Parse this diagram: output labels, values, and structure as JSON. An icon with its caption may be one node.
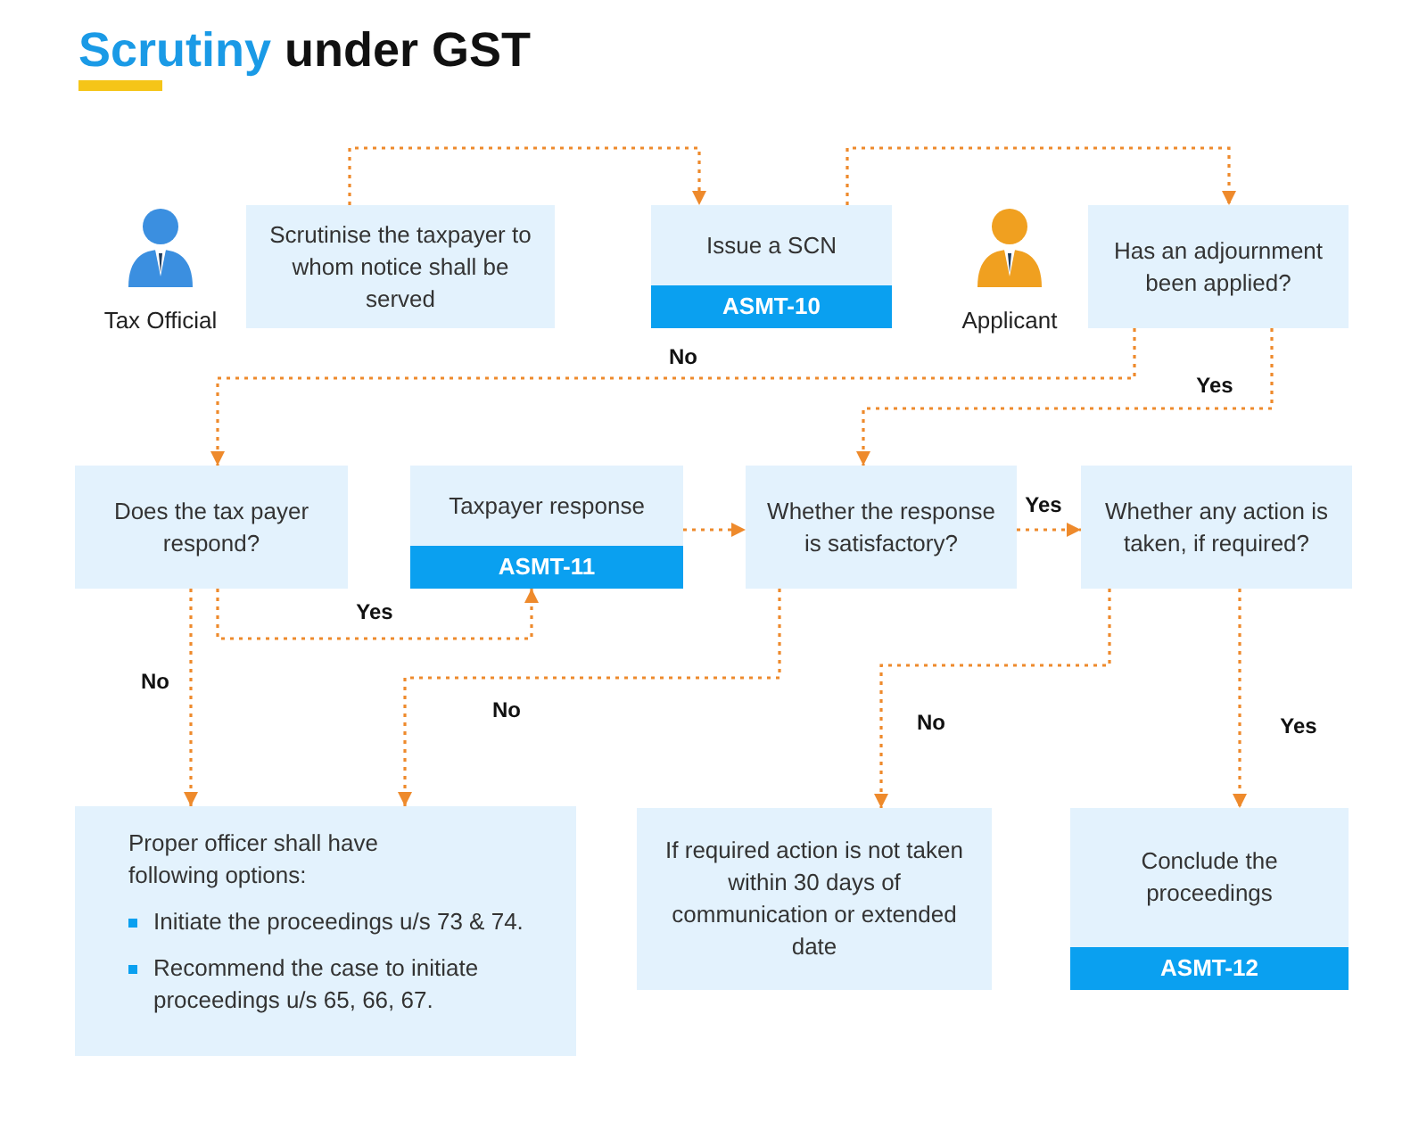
{
  "diagram": {
    "title": "Scrutiny under GST",
    "nodes": [
      {
        "text": [
          "Scrutinise the taxpayer to whom notice shall be served"
        ]
      },
      {
        "text": [
          "Issue a SCN",
          "ASMT-10"
        ]
      },
      {
        "text": [
          "Has an adjournment been applied?"
        ]
      },
      {
        "text": [
          "Does the tax payer respond?"
        ]
      },
      {
        "text": [
          "Taxpayer response",
          "ASMT-11"
        ]
      },
      {
        "text": [
          "Whether the response is satisfactory?"
        ]
      },
      {
        "text": [
          "Whether any action is taken, if required?"
        ]
      },
      {
        "text": [
          "Proper officer shall have following options:",
          "Initiate the proceedings u/s 73 & 74.",
          "Recommend the case to initiate proceedings u/s 65, 66, 67."
        ]
      },
      {
        "text": [
          "If required action is not taken within 30 days of communication or extended date"
        ]
      },
      {
        "text": [
          "Conclude the proceedings",
          "ASMT-12"
        ]
      }
    ],
    "edges": [
      {
        "from": 0,
        "to": 1,
        "arrow": "to"
      },
      {
        "from": 1,
        "to": 2,
        "arrow": "to"
      },
      {
        "from": 2,
        "to": 3,
        "arrow": "to",
        "label": "No"
      },
      {
        "from": 2,
        "to": 5,
        "arrow": "to",
        "label": "Yes"
      },
      {
        "from": 3,
        "to": 4,
        "arrow": "to",
        "label": "Yes"
      },
      {
        "from": 3,
        "to": 7,
        "arrow": "to",
        "label": "No"
      },
      {
        "from": 4,
        "to": 5,
        "arrow": "to"
      },
      {
        "from": 5,
        "to": 6,
        "arrow": "to",
        "label": "Yes"
      },
      {
        "from": 5,
        "to": 7,
        "arrow": "to",
        "label": "No"
      },
      {
        "from": 6,
        "to": 8,
        "arrow": "to",
        "label": "No"
      },
      {
        "from": 6,
        "to": 9,
        "arrow": "to",
        "label": "Yes"
      }
    ],
    "labels": [
      "Tax Official",
      "Applicant"
    ]
  }
}
